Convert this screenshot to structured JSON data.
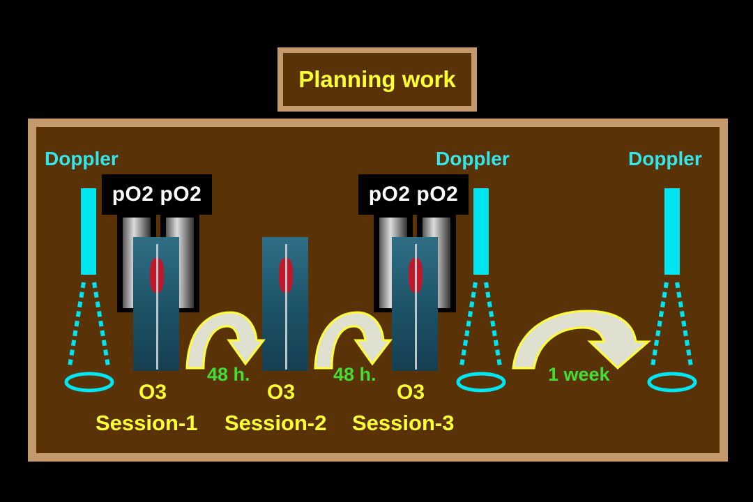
{
  "title": "Planning work",
  "doppler_labels": [
    "Doppler",
    "Doppler",
    "Doppler"
  ],
  "po2_labels": [
    "pO2 pO2",
    "pO2 pO2"
  ],
  "o3_labels": [
    "O3",
    "O3",
    "O3"
  ],
  "intervals": [
    "48 h.",
    "48 h.",
    "1 week"
  ],
  "sessions": [
    "Session-1",
    "Session-2",
    "Session-3"
  ],
  "colors": {
    "panel_fill": "#5a3208",
    "panel_border": "#c49a6c",
    "doppler_cyan": "#00e5f0",
    "title_yellow": "#ffff33",
    "interval_green": "#44dd33",
    "arrow_fill": "#e0e0d0",
    "arrow_outline": "#ffff33"
  }
}
